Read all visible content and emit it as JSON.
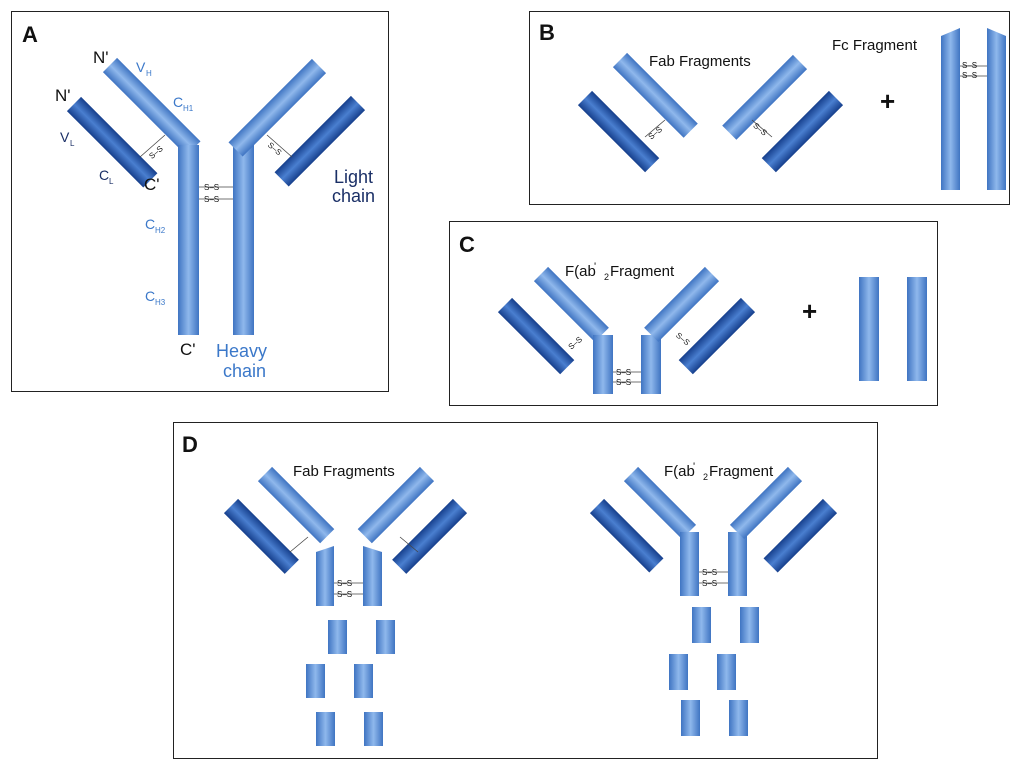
{
  "colors": {
    "heavy": "#5b8fd6",
    "light": "#1f4fa8",
    "label_blue": "#3b78c9",
    "label_dark": "#1a2f66",
    "border": "#222222"
  },
  "panel_a": {
    "letter": "A",
    "n_prime_heavy": "N'",
    "n_prime_light": "N'",
    "vh_main": "V",
    "vh_sub": "H",
    "vl_main": "V",
    "vl_sub": "L",
    "ch1_main": "C",
    "ch1_sub": "H1",
    "ch2_main": "C",
    "ch2_sub": "H2",
    "ch3_main": "C",
    "ch3_sub": "H3",
    "cl_main": "C",
    "cl_sub": "L",
    "c_prime_light": "C'",
    "c_prime_heavy": "C'",
    "light_chain_1": "Light",
    "light_chain_2": "chain",
    "heavy_chain_1": "Heavy",
    "heavy_chain_2": "chain",
    "ss": "S–S"
  },
  "panel_b": {
    "letter": "B",
    "fab_label": "Fab Fragments",
    "fc_label": "Fc Fragment",
    "plus": "+",
    "ss": "S–S"
  },
  "panel_c": {
    "letter": "C",
    "label_pre": "F(ab",
    "label_prime": "'",
    "label_sub": "2",
    "label_post": " Fragment",
    "plus": "+",
    "ss": "S–S"
  },
  "panel_d": {
    "letter": "D",
    "fab_label": "Fab Fragments",
    "fab2_pre": "F(ab",
    "fab2_prime": "'",
    "fab2_sub": "2",
    "fab2_post": " Fragment",
    "ss": "S–S"
  }
}
